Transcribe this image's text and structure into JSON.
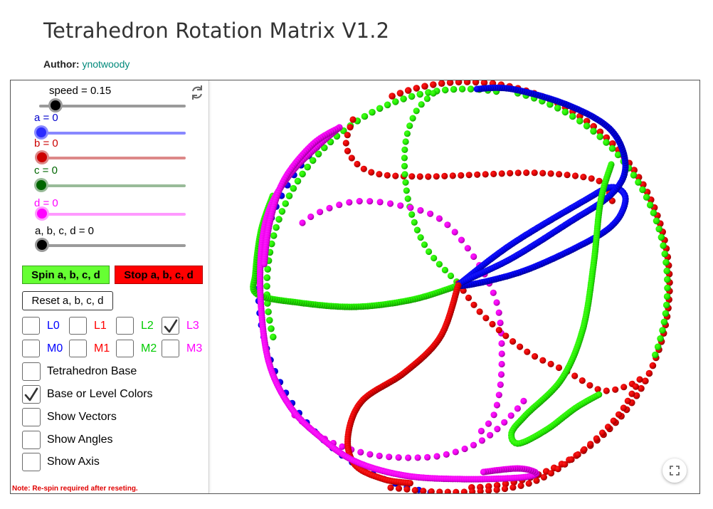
{
  "page": {
    "title": "Tetrahedron Rotation Matrix V1.2",
    "author_label": "Author:",
    "author_name": "ynotwoody"
  },
  "sliders": [
    {
      "id": "speed",
      "label": "speed = 0.15",
      "value": 0.15,
      "color": "#9a9a9a",
      "knob_color": "#000000"
    },
    {
      "id": "a",
      "label": "a = 0",
      "value": 0,
      "color": "#8888ff",
      "knob_color": "#2b2bff"
    },
    {
      "id": "b",
      "label": "b = 0",
      "value": 0,
      "color": "#dd8888",
      "knob_color": "#cc0000"
    },
    {
      "id": "c",
      "label": "c = 0",
      "value": 0,
      "color": "#99bb99",
      "knob_color": "#006600"
    },
    {
      "id": "d",
      "label": "d = 0",
      "value": 0,
      "color": "#ff99ff",
      "knob_color": "#ff00ff"
    },
    {
      "id": "abcd",
      "label": "a, b, c, d = 0",
      "value": 0,
      "color": "#9a9a9a",
      "knob_color": "#000000"
    }
  ],
  "buttons": {
    "spin": "Spin a, b, c, d",
    "stop": "Stop a, b, c, d",
    "reset": "Reset a, b, c, d"
  },
  "grid_checkboxes": [
    {
      "label": "L0",
      "checked": false,
      "color": "#0000ff"
    },
    {
      "label": "L1",
      "checked": false,
      "color": "#ff0000"
    },
    {
      "label": "L2",
      "checked": false,
      "color": "#00cc00"
    },
    {
      "label": "L3",
      "checked": true,
      "color": "#ff00ff"
    },
    {
      "label": "M0",
      "checked": false,
      "color": "#0000ff"
    },
    {
      "label": "M1",
      "checked": false,
      "color": "#ff0000"
    },
    {
      "label": "M2",
      "checked": false,
      "color": "#00cc00"
    },
    {
      "label": "M3",
      "checked": false,
      "color": "#ff00ff"
    }
  ],
  "option_checkboxes": [
    {
      "label": "Tetrahedron Base",
      "checked": false
    },
    {
      "label": "Base or Level Colors",
      "checked": true
    },
    {
      "label": "Show Vectors",
      "checked": false
    },
    {
      "label": "Show Angles",
      "checked": false
    },
    {
      "label": "Show Axis",
      "checked": false
    }
  ],
  "note": "Note: Re-spin required after reseting.",
  "icons": {
    "refresh": "refresh-icon",
    "fullscreen": "fullscreen-icon"
  },
  "colors": {
    "blue": "#0000ee",
    "red": "#dd0000",
    "green": "#22ee00",
    "magenta": "#ee00ee"
  }
}
